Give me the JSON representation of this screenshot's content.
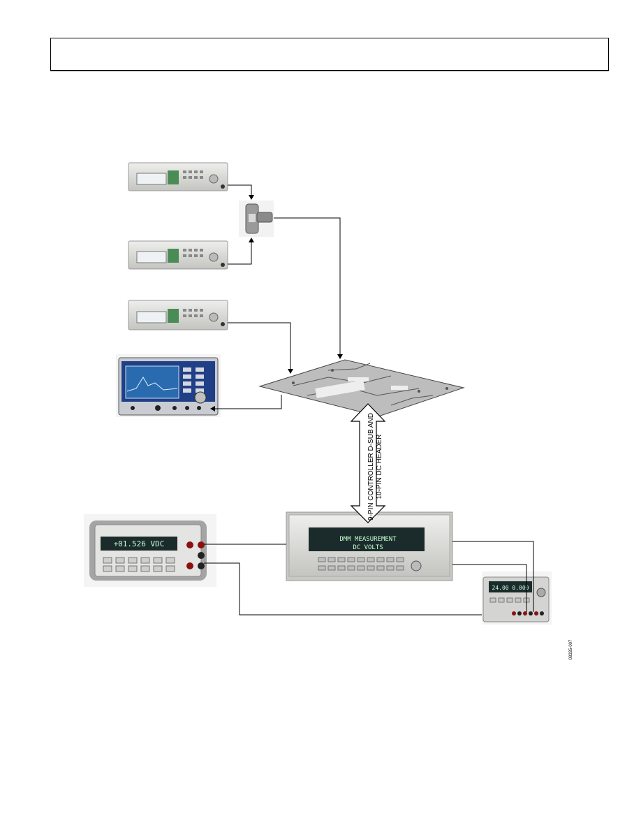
{
  "header": {
    "title": ""
  },
  "arrow_label": {
    "line1": "9-PIN CONTROLLER D-SUB AND",
    "line2": "10-PIN DC HEADER"
  },
  "figure_id": "08335-007",
  "instruments": {
    "dmm_display": "+01.526 VDC",
    "switch_display_line1": "DMM MEASUREMENT",
    "switch_display_line2": "DC VOLTS",
    "power_supply_display": "24.00  0.000"
  },
  "colors": {
    "instrument_body": "#d9d9d6",
    "display": "#1b2b2b",
    "analyzer_frame": "#1f3f86",
    "wire": "#000000"
  }
}
